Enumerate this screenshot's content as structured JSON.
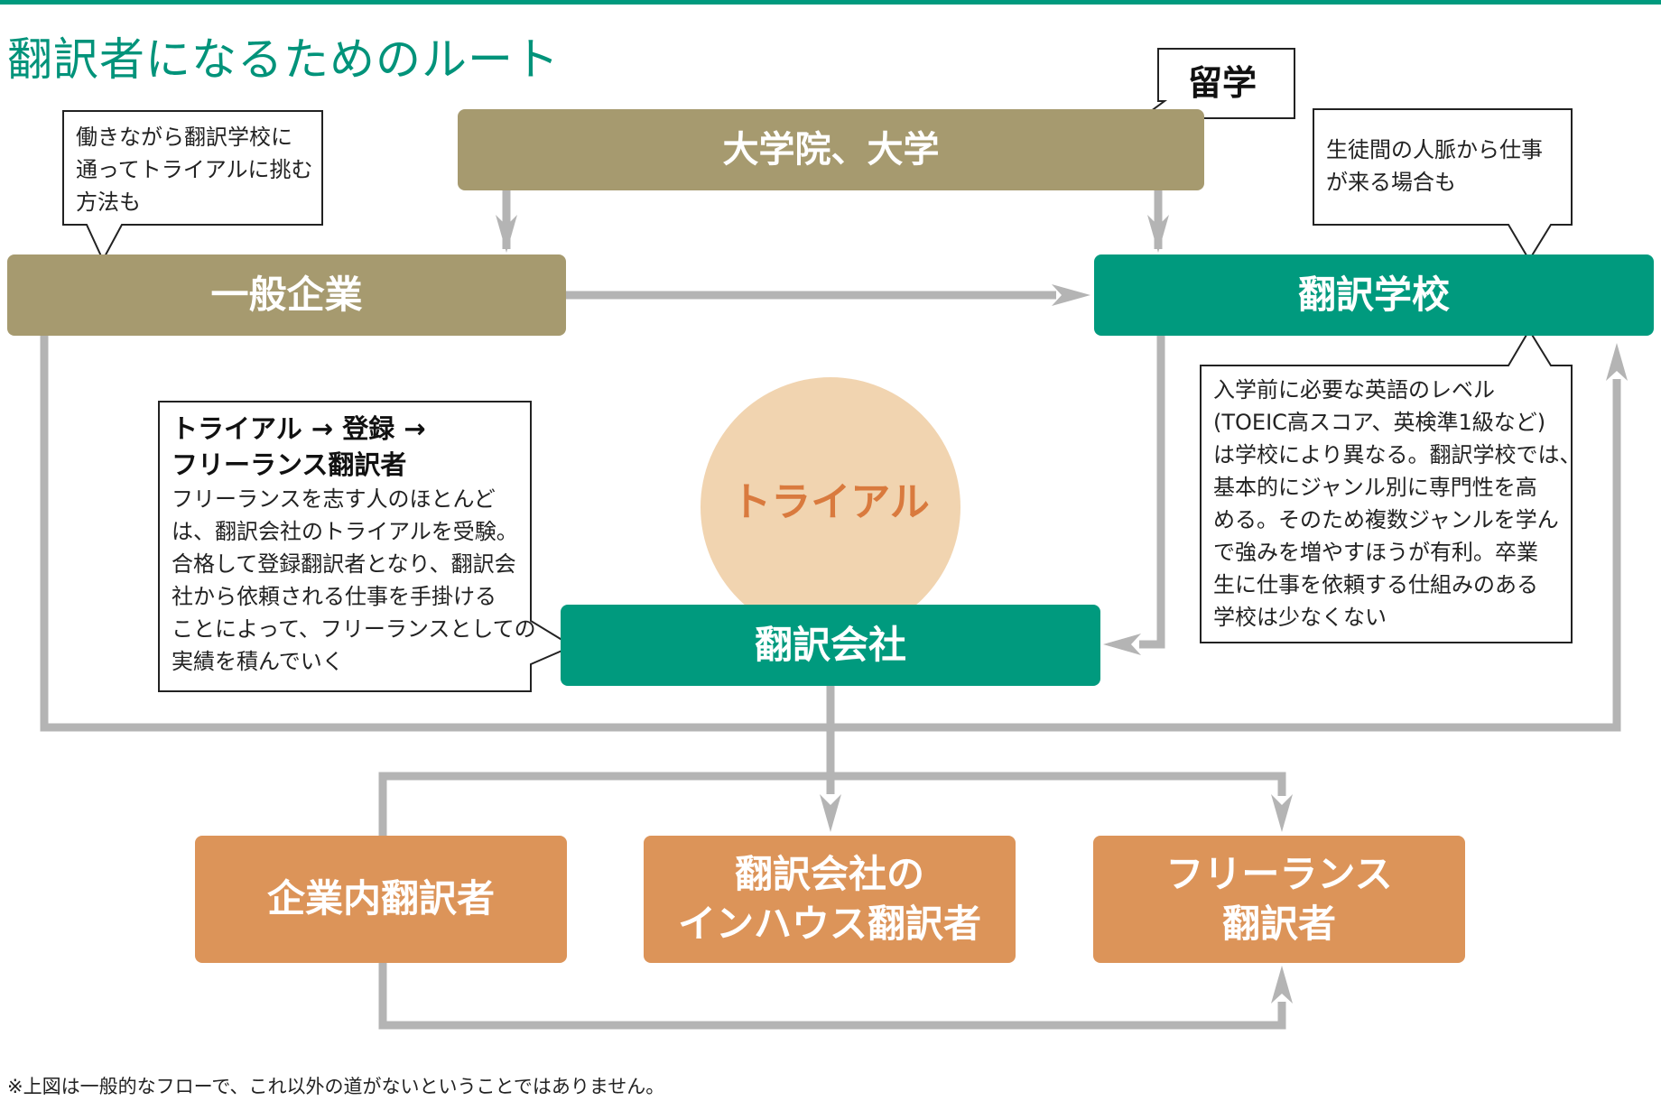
{
  "title": "翻訳者になるためのルート",
  "colors": {
    "accent_teal": "#009a7e",
    "olive": "#a69a6f",
    "orange": "#dc9459",
    "trial_circle": "#f1d4b0",
    "trial_text": "#d97a3e",
    "arrow_gray": "#b4b4b4"
  },
  "nodes": {
    "university": "大学院、大学",
    "company": "一般企業",
    "school": "翻訳学校",
    "agency": "翻訳会社",
    "trial": "トライアル",
    "outcomes": [
      {
        "line1": "企業内翻訳者",
        "line2": ""
      },
      {
        "line1": "翻訳会社の",
        "line2": "インハウス翻訳者"
      },
      {
        "line1": "フリーランス",
        "line2": "翻訳者"
      }
    ]
  },
  "callouts": {
    "study_abroad": "留学",
    "work_and_study": [
      "働きながら翻訳学校に",
      "通ってトライアルに挑む",
      "方法も"
    ],
    "school_network": [
      "生徒間の人脈から仕事",
      "が来る場合も"
    ],
    "school_info": [
      "入学前に必要な英語のレベル",
      "(TOEIC高スコア、英検準1級など)",
      "は学校により異なる。翻訳学校では、",
      "基本的にジャンル別に専門性を高",
      "める。そのため複数ジャンルを学ん",
      "で強みを増やすほうが有利。卒業",
      "生に仕事を依頼する仕組みのある",
      "学校は少なくない"
    ],
    "freelance_path": {
      "heading": [
        "トライアル → 登録 →",
        "フリーランス翻訳者"
      ],
      "body": [
        "フリーランスを志す人のほとんど",
        "は、翻訳会社のトライアルを受験。",
        "合格して登録翻訳者となり、翻訳会",
        "社から依頼される仕事を手掛ける",
        "ことによって、フリーランスとしての",
        "実績を積んでいく"
      ]
    }
  },
  "footnote": "※上図は一般的なフローで、これ以外の道がないということではありません。"
}
